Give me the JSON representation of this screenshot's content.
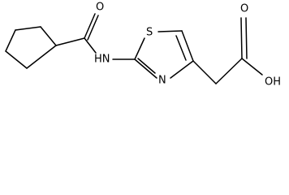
{
  "molecule": {
    "atoms": {
      "carbonyl_oxygen": "O",
      "amide_nitrogen": "HN",
      "ring_sulfur": "S",
      "ring_nitrogen": "N",
      "hydroxyl": "OH",
      "acid_oxygen": "O"
    }
  }
}
